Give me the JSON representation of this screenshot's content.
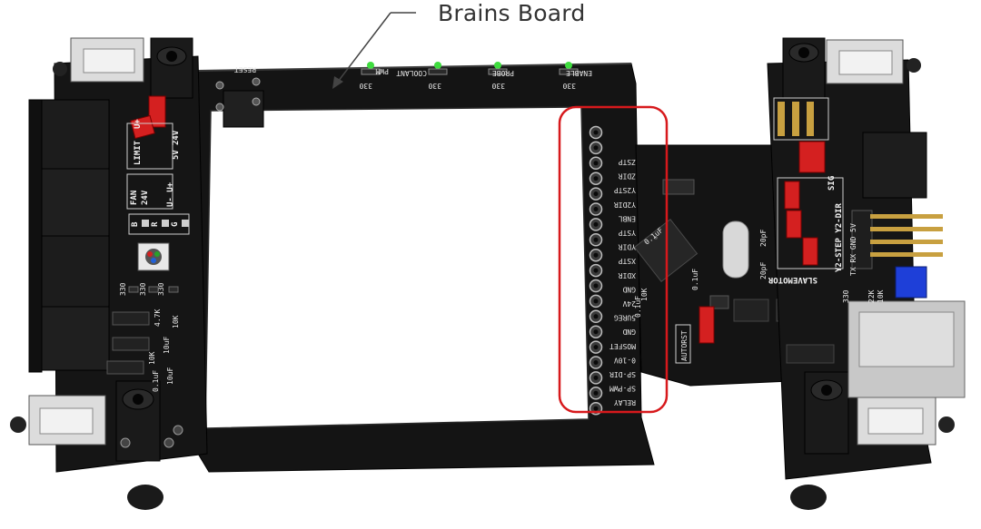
{
  "callout": {
    "label": "Brains Board"
  },
  "highlight": {
    "color": "#d7191c"
  },
  "colors": {
    "pcb": "#141414",
    "header_red": "#d42020",
    "terminal": "#1c1c1c",
    "bracket": "#dcdcdc",
    "blue_pot": "#1e3fd8",
    "rj45": "#c8c8c8"
  },
  "top_leds": [
    {
      "label": "PWM",
      "res": "330"
    },
    {
      "label": "COOLANT",
      "res": "330"
    },
    {
      "label": "PROBE",
      "res": "330"
    },
    {
      "label": "ENABLE",
      "res": "330"
    }
  ],
  "reset_label": "RESET",
  "header_pins": [
    "ZSTP",
    "ZDIR",
    "Y2STP",
    "Y2DIR",
    "ENBL",
    "YSTP",
    "YDIR",
    "XSTP",
    "XDIR",
    "GND",
    "24V",
    "5UREG",
    "GND",
    "MOSFET",
    "0-10V",
    "SP-DIR",
    "SP-PWM",
    "RELAY"
  ],
  "left_board": {
    "limit": "LIMIT",
    "limit_v": "U+",
    "fan": "FAN",
    "fan_v": "24V",
    "fan_uv": "U- U+",
    "sel_5v": "5V",
    "sel_24v": "24V",
    "rgb": [
      "B",
      "R",
      "G"
    ],
    "res": [
      "330",
      "330",
      "330"
    ],
    "small": [
      "4.7K",
      "10K",
      "10K",
      "10uF",
      "10uF",
      "0.1uF"
    ]
  },
  "mid_board": {
    "autorst": "AUTORST",
    "caps": [
      "0.1uF",
      "20pF",
      "20pF",
      "0.1uF",
      "10K",
      "0.1uF"
    ]
  },
  "right_board": {
    "sig": "SIG",
    "y2": "Y2-STEP Y2-DIR",
    "slave": "SLAVEMOTOR",
    "pins": "TX RX GND 5V",
    "res": [
      "330",
      "22K",
      "10K"
    ]
  }
}
